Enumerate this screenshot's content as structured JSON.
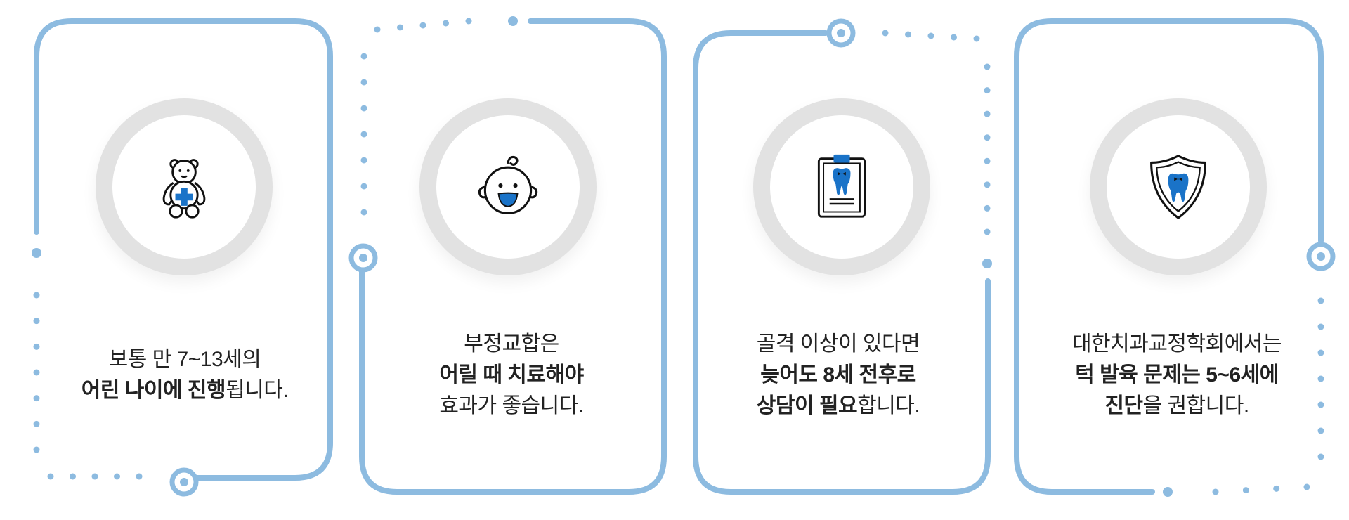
{
  "colors": {
    "frame": "#8dbbe0",
    "icon_accent": "#1a73c8",
    "icon_stroke": "#111111",
    "circle_ring": "#e2e2e2"
  },
  "cards": [
    {
      "icon": "teddy-bear-medical-icon",
      "lines": [
        [
          {
            "t": "보통 만 7~13세의",
            "b": false
          }
        ],
        [
          {
            "t": "어린 나이에 진행",
            "b": true
          },
          {
            "t": "됩니다.",
            "b": false
          }
        ]
      ]
    },
    {
      "icon": "baby-face-icon",
      "lines": [
        [
          {
            "t": "부정교합은",
            "b": false
          }
        ],
        [
          {
            "t": "어릴 때 치료해야",
            "b": true
          }
        ],
        [
          {
            "t": "효과가 좋습니다.",
            "b": false
          }
        ]
      ]
    },
    {
      "icon": "tooth-xray-report-icon",
      "lines": [
        [
          {
            "t": "골격 이상이 있다면",
            "b": false
          }
        ],
        [
          {
            "t": "늦어도 8세 전후로",
            "b": true
          }
        ],
        [
          {
            "t": "상담이 필요",
            "b": true
          },
          {
            "t": "합니다.",
            "b": false
          }
        ]
      ]
    },
    {
      "icon": "tooth-shield-icon",
      "lines": [
        [
          {
            "t": "대한치과교정학회에서는",
            "b": false
          }
        ],
        [
          {
            "t": "턱 발육 문제는 5~6세에",
            "b": true
          }
        ],
        [
          {
            "t": "진단",
            "b": true
          },
          {
            "t": "을 권합니다.",
            "b": false
          }
        ]
      ]
    }
  ]
}
